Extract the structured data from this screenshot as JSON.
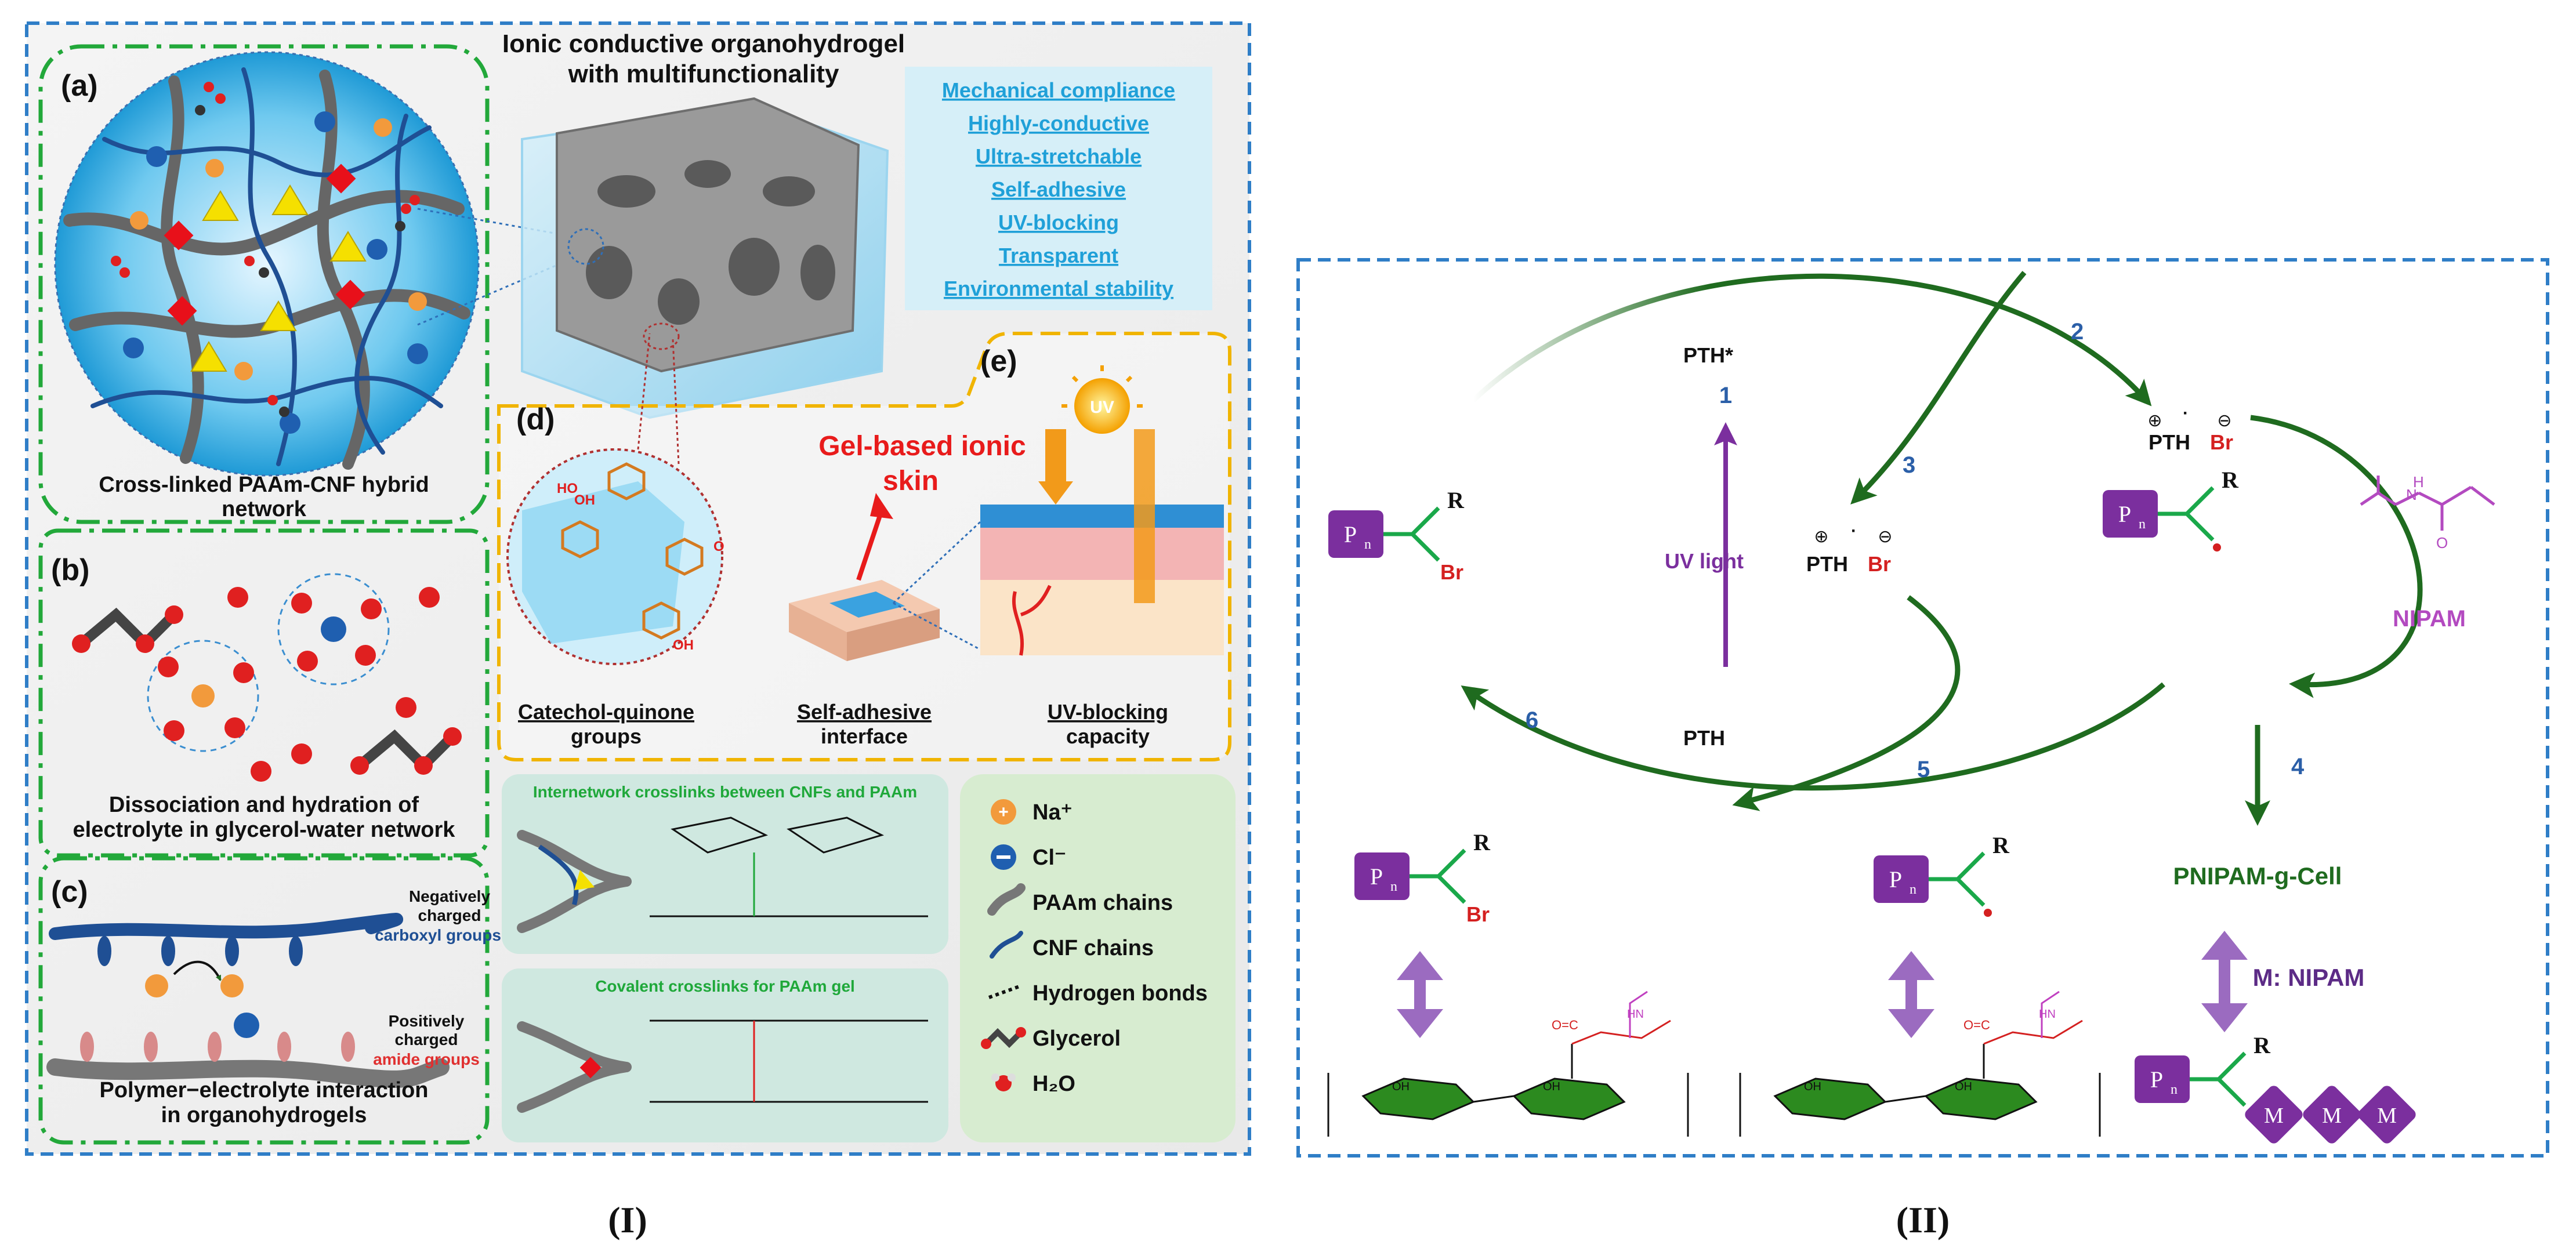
{
  "panel_I": {
    "label": "(I)",
    "title_line1": "Ionic conductive organohydrogel",
    "title_line2": "with multifunctionality",
    "properties": [
      "Mechanical compliance",
      "Highly-conductive",
      "Ultra-stretchable",
      "Self-adhesive",
      "UV-blocking",
      "Transparent",
      "Environmental stability"
    ],
    "a": {
      "label": "(a)",
      "caption_line1": "Cross-linked PAAm-CNF hybrid",
      "caption_line2": "network"
    },
    "b": {
      "label": "(b)",
      "caption_line1": "Dissociation and hydration of",
      "caption_line2": "electrolyte in glycerol-water network"
    },
    "c": {
      "label": "(c)",
      "negatively_line1": "Negatively",
      "negatively_line2": "charged",
      "carboxyl": "carboxyl groups",
      "positively_line1": "Positively",
      "positively_line2": "charged",
      "amide": "amide groups",
      "caption_line1": "Polymer−electrolyte interaction",
      "caption_line2": "in organohydrogels"
    },
    "d": {
      "label": "(d)",
      "skin_line1": "Gel-based ionic",
      "skin_line2": "skin",
      "cap1_line1": "Catechol-quinone",
      "cap1_line2": "groups",
      "cap2_line1": "Self-adhesive",
      "cap2_line2": "interface",
      "cap3_line1": "UV-blocking",
      "cap3_line2": "capacity",
      "uv": "UV"
    },
    "e": {
      "label": "(e)"
    },
    "crosslink1_title": "Internetwork crosslinks between CNFs and PAAm",
    "crosslink2_title": "Covalent crosslinks for PAAm gel",
    "legend": [
      {
        "symbol": "plus",
        "label": "Na⁺"
      },
      {
        "symbol": "minus",
        "label": "Cl⁻"
      },
      {
        "symbol": "paam",
        "label": "PAAm chains"
      },
      {
        "symbol": "cnf",
        "label": "CNF chains"
      },
      {
        "symbol": "hbond",
        "label": "Hydrogen bonds"
      },
      {
        "symbol": "glycerol",
        "label": "Glycerol"
      },
      {
        "symbol": "water",
        "label": "H₂O"
      }
    ]
  },
  "panel_II": {
    "label": "(II)",
    "pth_star": "PTH*",
    "pth": "PTH",
    "uv_light": "UV light",
    "step1": "1",
    "step2": "2",
    "step3": "3",
    "step4": "4",
    "step5": "5",
    "step6": "6",
    "pn": "P",
    "pn_sub": "n",
    "r": "R",
    "br": "Br",
    "nipam": "NIPAM",
    "product": "PNIPAM-g-Cell",
    "m_nipam": "M: NIPAM",
    "m": "M",
    "colors": {
      "arrow": "#1f6b1f",
      "purple": "#7b2f9e",
      "red": "#d42020",
      "blue": "#2b5fa8",
      "green": "#1aa84a"
    }
  }
}
